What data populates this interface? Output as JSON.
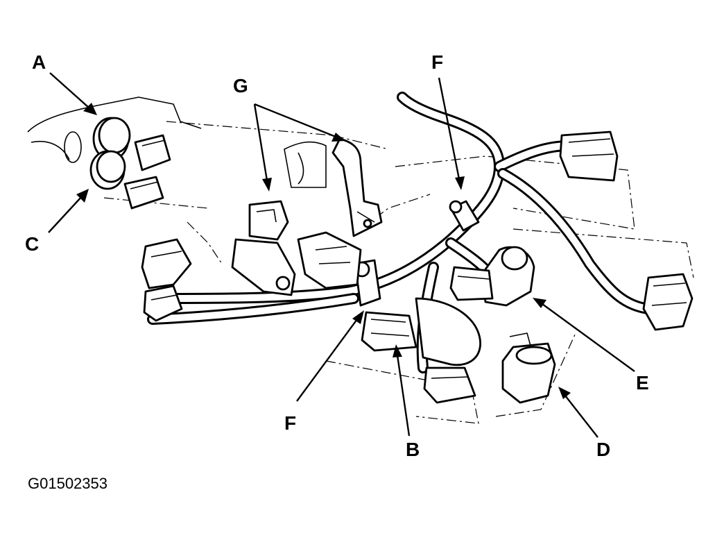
{
  "callouts": {
    "a": "A",
    "b": "B",
    "c": "C",
    "d": "D",
    "e": "E",
    "f_top": "F",
    "f_bottom": "F",
    "g": "G"
  },
  "figure_id": "G01502353"
}
